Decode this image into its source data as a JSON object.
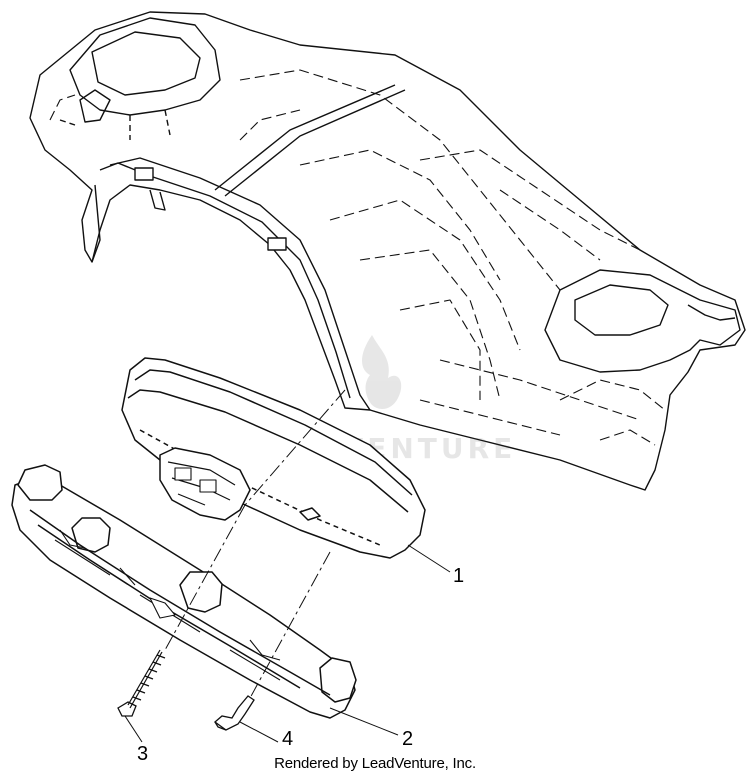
{
  "watermark": {
    "text": "LEADVENTURE"
  },
  "callouts": [
    {
      "id": "1",
      "label": "1"
    },
    {
      "id": "2",
      "label": "2"
    },
    {
      "id": "3",
      "label": "3"
    },
    {
      "id": "4",
      "label": "4"
    }
  ],
  "footer": {
    "text": "Rendered by LeadVenture, Inc."
  }
}
